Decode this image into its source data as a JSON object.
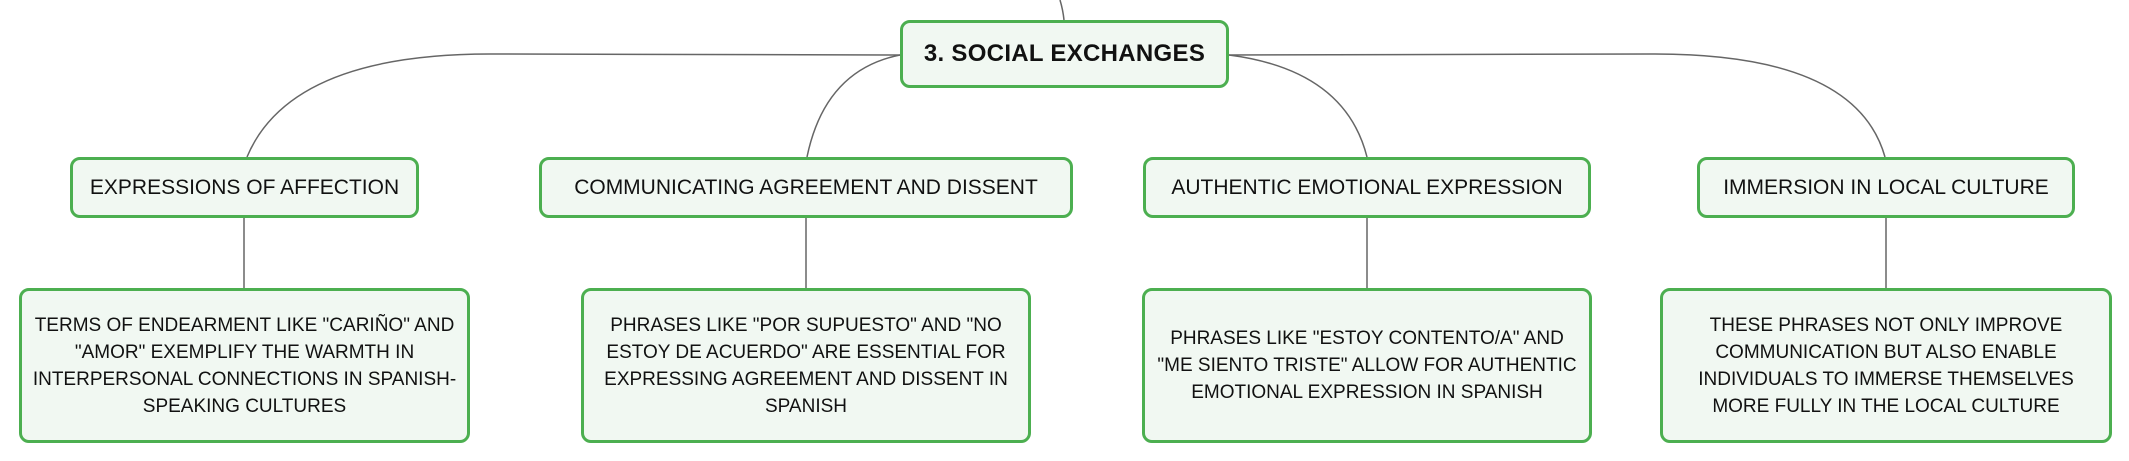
{
  "mindmap": {
    "root": {
      "label": "3. SOCIAL EXCHANGES"
    },
    "branches": [
      {
        "label": "EXPRESSIONS OF AFFECTION",
        "detail": "TERMS OF ENDEARMENT LIKE \"CARIÑO\" AND \"AMOR\" EXEMPLIFY THE WARMTH IN INTERPERSONAL CONNECTIONS IN SPANISH-SPEAKING CULTURES"
      },
      {
        "label": "COMMUNICATING AGREEMENT AND DISSENT",
        "detail": "PHRASES LIKE \"POR SUPUESTO\" AND \"NO ESTOY DE ACUERDO\" ARE ESSENTIAL FOR EXPRESSING AGREEMENT AND DISSENT IN SPANISH"
      },
      {
        "label": "AUTHENTIC EMOTIONAL EXPRESSION",
        "detail": "PHRASES LIKE \"ESTOY CONTENTO/A\" AND \"ME SIENTO TRISTE\" ALLOW FOR AUTHENTIC EMOTIONAL EXPRESSION IN SPANISH"
      },
      {
        "label": "IMMERSION IN LOCAL CULTURE",
        "detail": "THESE PHRASES NOT ONLY IMPROVE COMMUNICATION BUT ALSO ENABLE INDIVIDUALS TO IMMERSE THEMSELVES MORE FULLY IN THE LOCAL CULTURE"
      }
    ]
  },
  "colors": {
    "node_border": "#4caf50",
    "node_fill": "#f1f8f2",
    "connector": "#666666"
  }
}
